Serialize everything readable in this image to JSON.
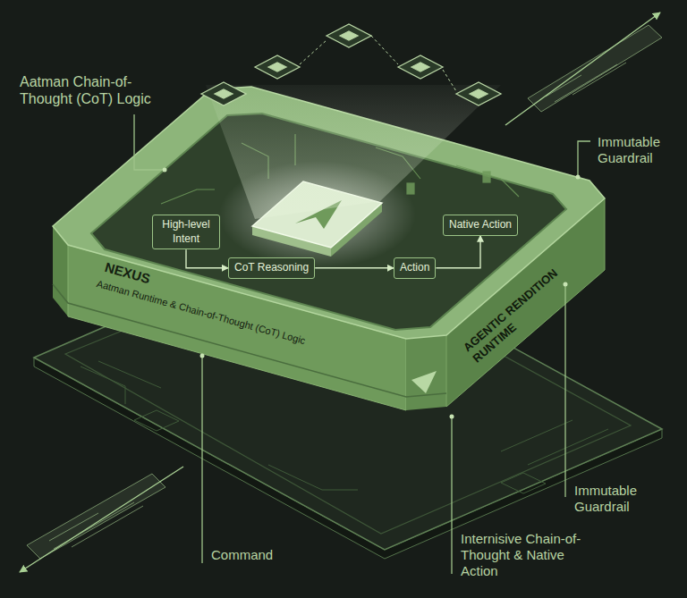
{
  "diagram": {
    "nodes": [
      {
        "text": [
          "High-level Intent"
        ]
      },
      {
        "text": [
          "CoT Reasoning"
        ]
      },
      {
        "text": [
          "Action"
        ]
      },
      {
        "text": [
          "Native Action"
        ]
      }
    ],
    "edges": [
      {
        "from": 0,
        "to": 1,
        "arrow": "to"
      },
      {
        "from": 1,
        "to": 2,
        "arrow": "to"
      },
      {
        "from": 2,
        "to": 3,
        "arrow": "to"
      }
    ],
    "labels": [
      "Aatman Chain-of-Thought (CoT) Logic",
      "Immutable Guardrail",
      "NEXUS",
      "Aatman Runtime & Chain-of-Thought (CoT) Logic",
      "AGENTIC RENDITION RUNTIME",
      "Immutable Guardrail",
      "Internisive Chain-of-Thought & Native Action",
      "Command"
    ]
  }
}
